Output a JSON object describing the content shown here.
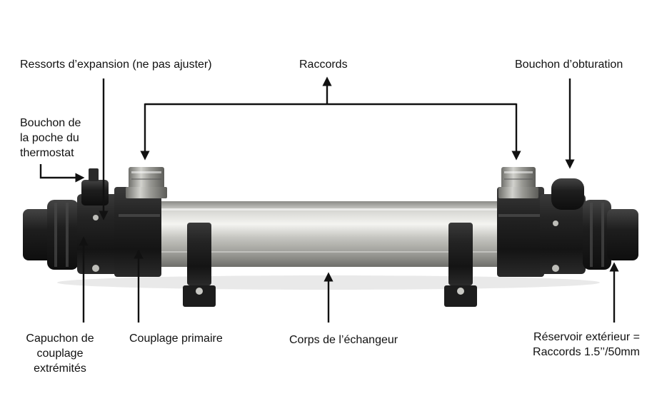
{
  "labels": {
    "ressorts": "Ressorts d’expansion (ne pas ajuster)",
    "raccords": "Raccords",
    "bouchon_obturation": "Bouchon d’obturation",
    "bouchon_thermostat": [
      "Bouchon de",
      "la poche du",
      "thermostat"
    ],
    "capuchon": [
      "Capuchon de",
      "couplage",
      "extrémités"
    ],
    "couplage_primaire": "Couplage primaire",
    "corps": "Corps de l’échangeur",
    "reservoir": [
      "Réservoir extérieur =",
      "Raccords 1.5’’/50mm"
    ]
  },
  "colors": {
    "ink": "#111111",
    "plastic_dark": "#1c1c1c",
    "steel_light": "#e4e4e0",
    "steel_mid": "#a9a9a4",
    "brass": "#9a9a94"
  }
}
